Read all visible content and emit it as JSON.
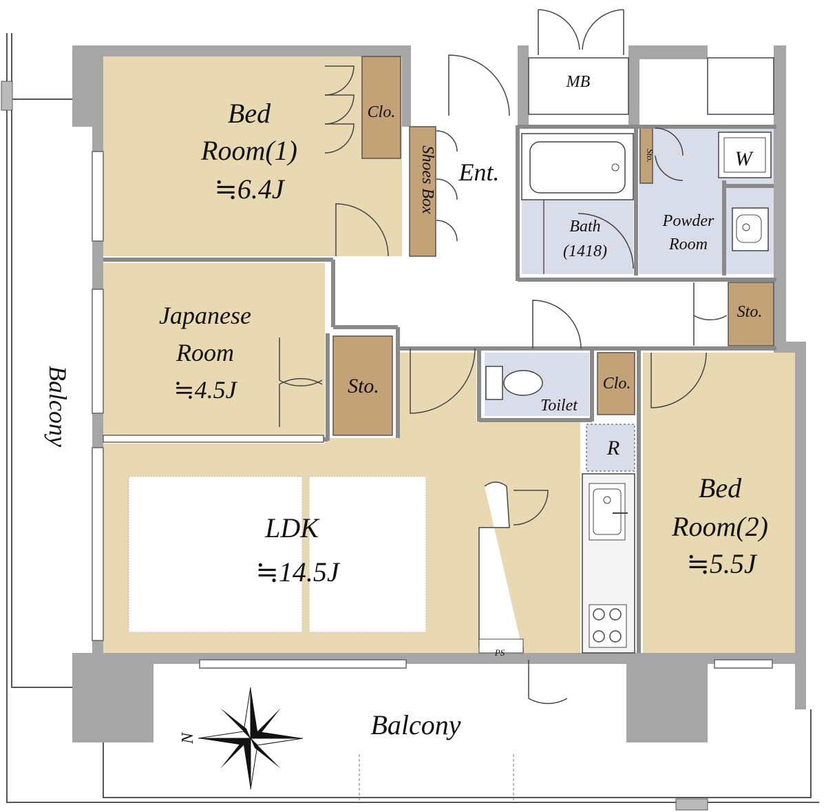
{
  "colors": {
    "floor": "#e9d9b3",
    "storage": "#c2a276",
    "wet_room": "#d9dde9",
    "wall": "#a6a6a6",
    "window": "#ffffff",
    "line": "#333333"
  },
  "rooms": {
    "bedroom1": {
      "name_line1": "Bed",
      "name_line2": "Room(1)",
      "size": "≒6.4J"
    },
    "japanese": {
      "name_line1": "Japanese",
      "name_line2": "Room",
      "size": "≒4.5J"
    },
    "ldk": {
      "name": "LDK",
      "size": "≒14.5J"
    },
    "bedroom2": {
      "name_line1": "Bed",
      "name_line2": "Room(2)",
      "size": "≒5.5J"
    },
    "bath": {
      "name_line1": "Bath",
      "name_line2": "(1418)"
    },
    "powder": {
      "name_line1": "Powder",
      "name_line2": "Room"
    },
    "toilet": {
      "name": "Toilet"
    }
  },
  "labels": {
    "clo_bed1": "Clo.",
    "shoes_box": "Shoes Box",
    "entrance": "Ent.",
    "mb": "MB",
    "sto_bath": "Sto.",
    "washer": "W",
    "sto_hall": "Sto.",
    "sto_japanese": "Sto.",
    "clo_bed2": "Clo.",
    "refrigerator": "R",
    "ps": "PS",
    "balcony_west": "Balcony",
    "balcony_south": "Balcony",
    "compass_north": "N"
  }
}
